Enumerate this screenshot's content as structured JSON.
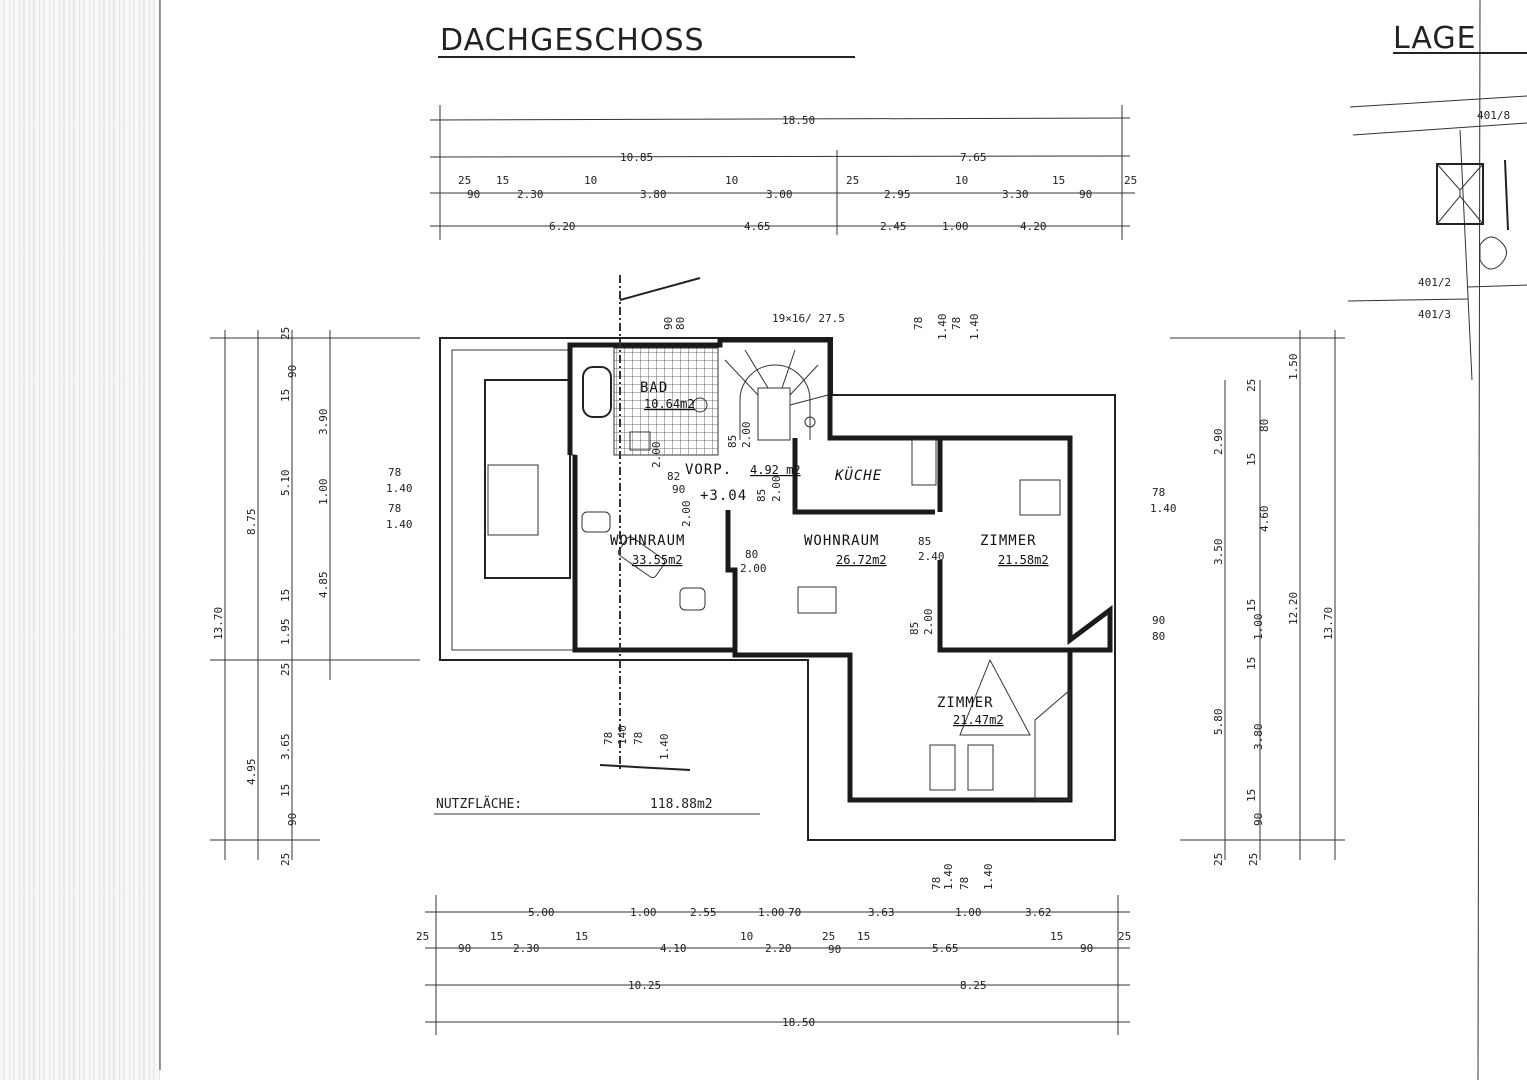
{
  "title": "DACHGESCHOSS",
  "site_plan": {
    "title": "LAGE",
    "parcels": [
      "401/8",
      "401/2",
      "401/3"
    ]
  },
  "rooms": {
    "bad": {
      "name": "BAD",
      "area": "10.64m2"
    },
    "vorraum": {
      "name": "VORP.",
      "area": "4.92 m2",
      "level": "+3.04"
    },
    "kueche": {
      "name": "KÜCHE"
    },
    "wohnraum1": {
      "name": "WOHNRAUM",
      "area": "33.55m2"
    },
    "wohnraum2": {
      "name": "WOHNRAUM",
      "area": "26.72m2"
    },
    "zimmer1": {
      "name": "ZIMMER",
      "area": "21.58m2"
    },
    "zimmer2": {
      "name": "ZIMMER",
      "area": "21.47m2"
    }
  },
  "stair_note": "19×16/ 27.5",
  "usable_area": {
    "label": "NUTZFLÄCHE:",
    "value": "118.88m2"
  },
  "dims": {
    "top": {
      "overall": [
        "18.50"
      ],
      "split": [
        "10.85",
        "7.65"
      ],
      "detail": [
        "25",
        "90",
        "15",
        "2.30",
        "10",
        "3.80",
        "10",
        "3.00",
        "25",
        "2.95",
        "10",
        "3.30",
        "15",
        "90",
        "25"
      ],
      "openings": [
        "6.20",
        "4.65",
        "2.45",
        "1.00",
        "4.20"
      ]
    },
    "bottom": {
      "openings": [
        "5.00",
        "1.00",
        "2.55",
        "1.00",
        "70",
        "3.63",
        "1.00",
        "3.62"
      ],
      "detail": [
        "25",
        "90",
        "15",
        "2.30",
        "15",
        "4.10",
        "10",
        "2.20",
        "25",
        "90",
        "15",
        "5.65",
        "15",
        "90",
        "25"
      ],
      "split": [
        "10.25",
        "8.25"
      ],
      "overall": [
        "18.50"
      ]
    },
    "left": {
      "overall": [
        "13.70"
      ],
      "split": [
        "8.75",
        "4.95"
      ],
      "detail": [
        "25",
        "15",
        "90",
        "5.10",
        "15",
        "1.95",
        "25",
        "3.65",
        "15",
        "90",
        "25"
      ],
      "openings": [
        "3.90",
        "1.00",
        "4.85"
      ]
    },
    "right": {
      "split": [
        "2.90",
        "3.50",
        "5.80",
        "25"
      ],
      "detail": [
        "25",
        "80",
        "15",
        "4.60",
        "15",
        "1.00",
        "15",
        "3.80",
        "15",
        "90",
        "25"
      ],
      "sub": [
        "1.50",
        "12.20"
      ],
      "overall": [
        "13.70"
      ]
    },
    "windows": [
      "78",
      "1.40",
      "78",
      "1.40",
      "78",
      "1.40",
      "90",
      "80",
      "90",
      "80",
      "78",
      "1.40",
      "78",
      "1.40",
      "78",
      "140",
      "78",
      "1.40",
      "78",
      "1.40",
      "78",
      "1.40"
    ],
    "doors": [
      "82",
      "90",
      "2.00",
      "2.00",
      "85",
      "2.00",
      "85",
      "2.00",
      "80",
      "2.00",
      "85",
      "2.40",
      "85",
      "2.00"
    ]
  }
}
